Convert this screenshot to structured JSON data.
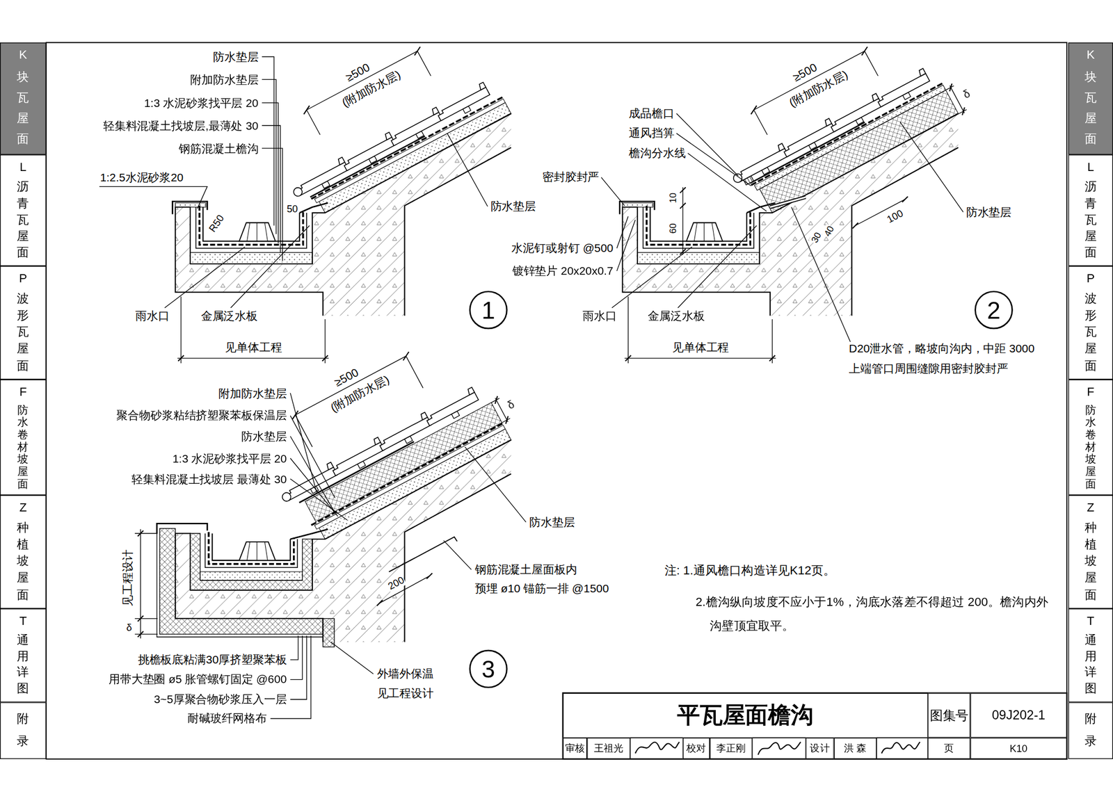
{
  "diagram": {
    "title": "平瓦屋面檐沟",
    "nodes": [
      {
        "text": [
          "K",
          "块瓦屋面"
        ]
      },
      {
        "text": [
          "L",
          "沥青瓦屋面"
        ]
      },
      {
        "text": [
          "P",
          "波形瓦屋面"
        ]
      },
      {
        "text": [
          "F",
          "防水卷材坡屋面"
        ]
      },
      {
        "text": [
          "Z",
          "种植坡屋面"
        ]
      },
      {
        "text": [
          "T",
          "通用详图"
        ]
      },
      {
        "text": [
          "附录"
        ]
      },
      {
        "text": [
          "K",
          "块瓦屋面"
        ]
      },
      {
        "text": [
          "L",
          "沥青瓦屋面"
        ]
      },
      {
        "text": [
          "P",
          "波形瓦屋面"
        ]
      },
      {
        "text": [
          "F",
          "防水卷材坡屋面"
        ]
      },
      {
        "text": [
          "Z",
          "种植坡屋面"
        ]
      },
      {
        "text": [
          "T",
          "通用详图"
        ]
      },
      {
        "text": [
          "附录"
        ]
      },
      {
        "text": [
          "1"
        ]
      },
      {
        "text": [
          "2"
        ]
      },
      {
        "text": [
          "3"
        ]
      },
      {
        "text": [
          "图集号"
        ]
      },
      {
        "text": [
          "09J202-1"
        ]
      },
      {
        "text": [
          "审核"
        ]
      },
      {
        "text": [
          "王祖光"
        ]
      },
      {
        "text": [
          "校对"
        ]
      },
      {
        "text": [
          "李正刚"
        ]
      },
      {
        "text": [
          "设计"
        ]
      },
      {
        "text": [
          "洪 森"
        ]
      },
      {
        "text": [
          "页"
        ]
      },
      {
        "text": [
          "K10"
        ]
      }
    ],
    "labels": [
      "防水垫层",
      "附加防水垫层",
      "1:3 水泥砂浆找平层 20",
      "轻集料混凝土找坡层,最薄处 30",
      "钢筋混凝土檐沟",
      "≥500",
      "(附加防水层)",
      "1:2.5水泥砂浆20",
      "R50",
      "50",
      "防水垫层",
      "雨水口",
      "金属泛水板",
      "见单体工程",
      "≥500",
      "(附加防水层)",
      "成品檐口",
      "通风挡箅",
      "檐沟分水线",
      "δ",
      "密封胶封严",
      "10",
      "60",
      "30",
      "40",
      "防水垫层",
      "100",
      "水泥钉或射钉 @500",
      "镀锌垫片 20x20x0.7",
      "雨水口",
      "金属泛水板",
      "见单体工程",
      "D20泄水管，略坡向沟内，中距 3000",
      "上端管口周围缝隙用密封胶封严",
      "≥500",
      "(附加防水层)",
      "附加防水垫层",
      "聚合物砂浆粘结挤塑聚苯板保温层",
      "防水垫层",
      "1:3 水泥砂浆找平层 20",
      "轻集料混凝土找坡层 最薄处 30",
      "δ",
      "防水垫层",
      "见工程设计",
      "δ",
      "200",
      "钢筋混凝土屋面板内",
      "预埋 ø10 锚筋一排 @1500",
      "挑檐板底粘满30厚挤塑聚苯板",
      "用带大垫圈 ø5 胀管螺钉固定 @600",
      "3~5厚聚合物砂浆压入一层",
      "耐碱玻纤网格布",
      "外墙外保温",
      "见工程设计",
      "注: 1.通风檐口构造详见K12页。",
      "2.檐沟纵向坡度不应小于1%，沟底水落差不得超过 200。檐沟内外沟壁顶宜取平。"
    ]
  }
}
